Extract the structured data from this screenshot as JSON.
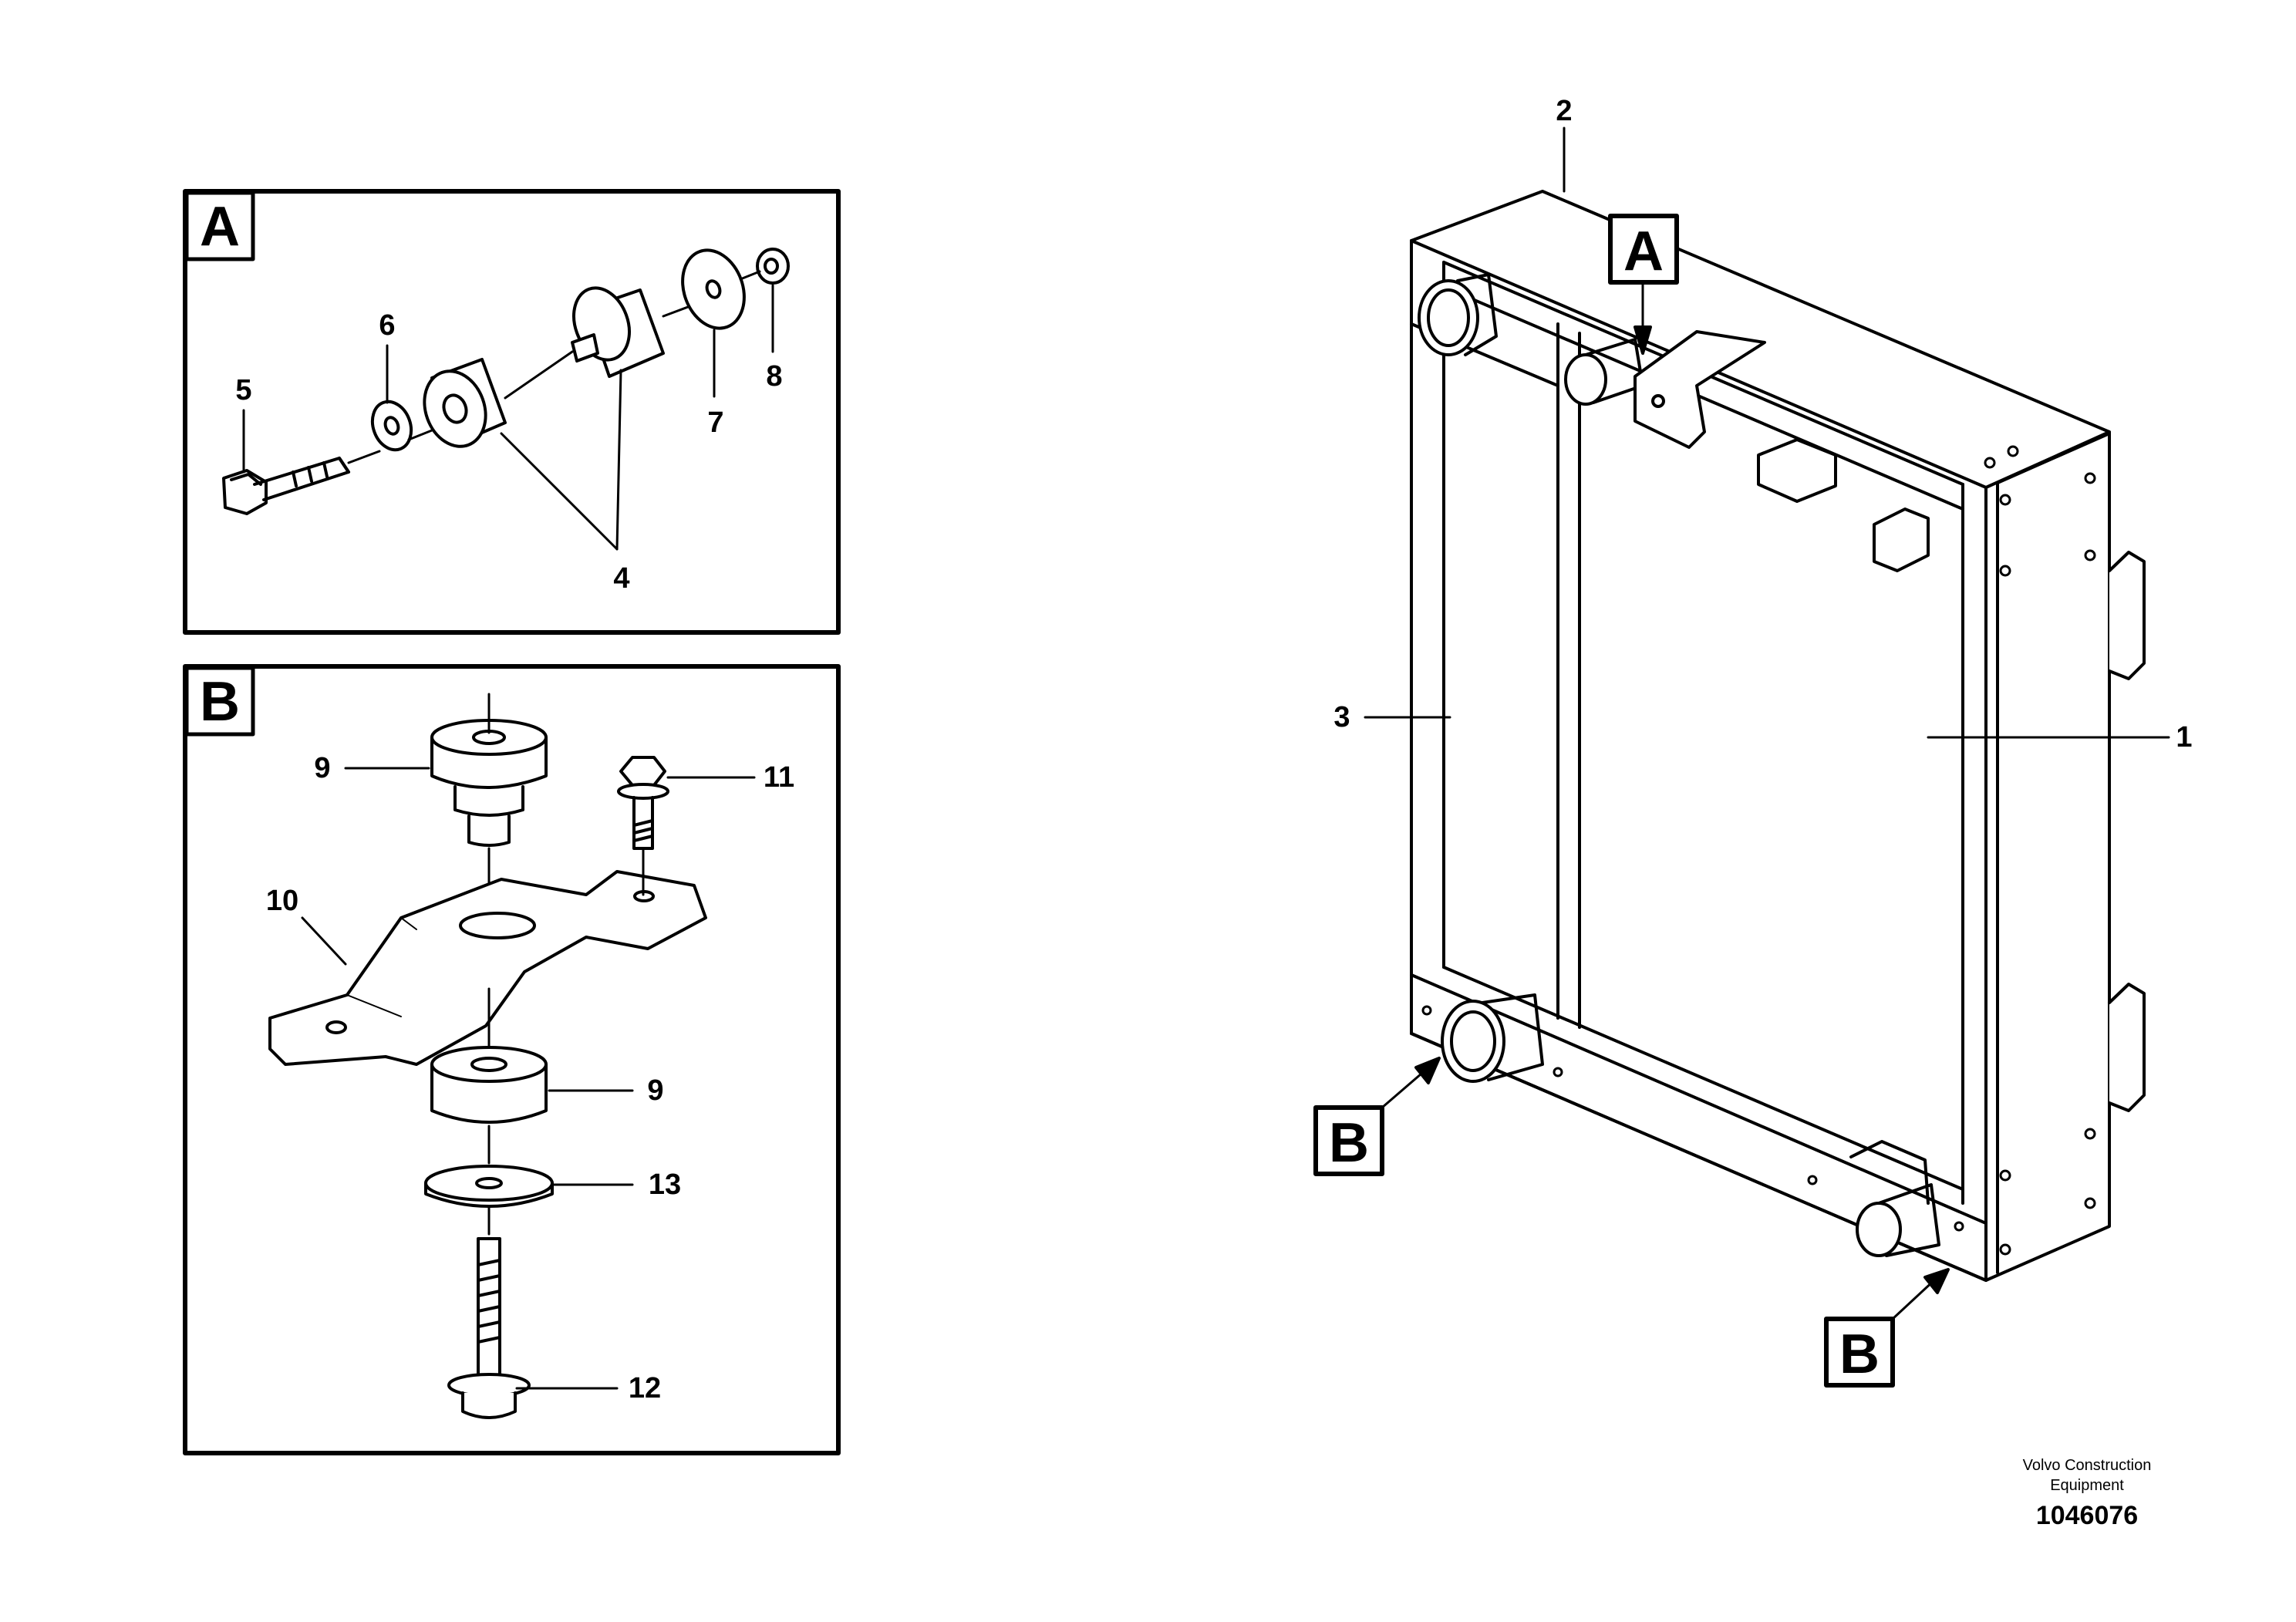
{
  "panel_a": {
    "letter": "A",
    "parts": [
      "5",
      "6",
      "4",
      "7",
      "8"
    ]
  },
  "panel_b": {
    "letter": "B",
    "parts": [
      "9",
      "11",
      "10",
      "9",
      "13",
      "12"
    ]
  },
  "main_view": {
    "labels": {
      "top": "2",
      "left": "3",
      "right": "1"
    },
    "callouts": {
      "a": "A",
      "b_left": "B",
      "b_right": "B"
    }
  },
  "footer": {
    "company_line1": "Volvo Construction",
    "company_line2": "Equipment",
    "drawing_number": "1046076"
  }
}
